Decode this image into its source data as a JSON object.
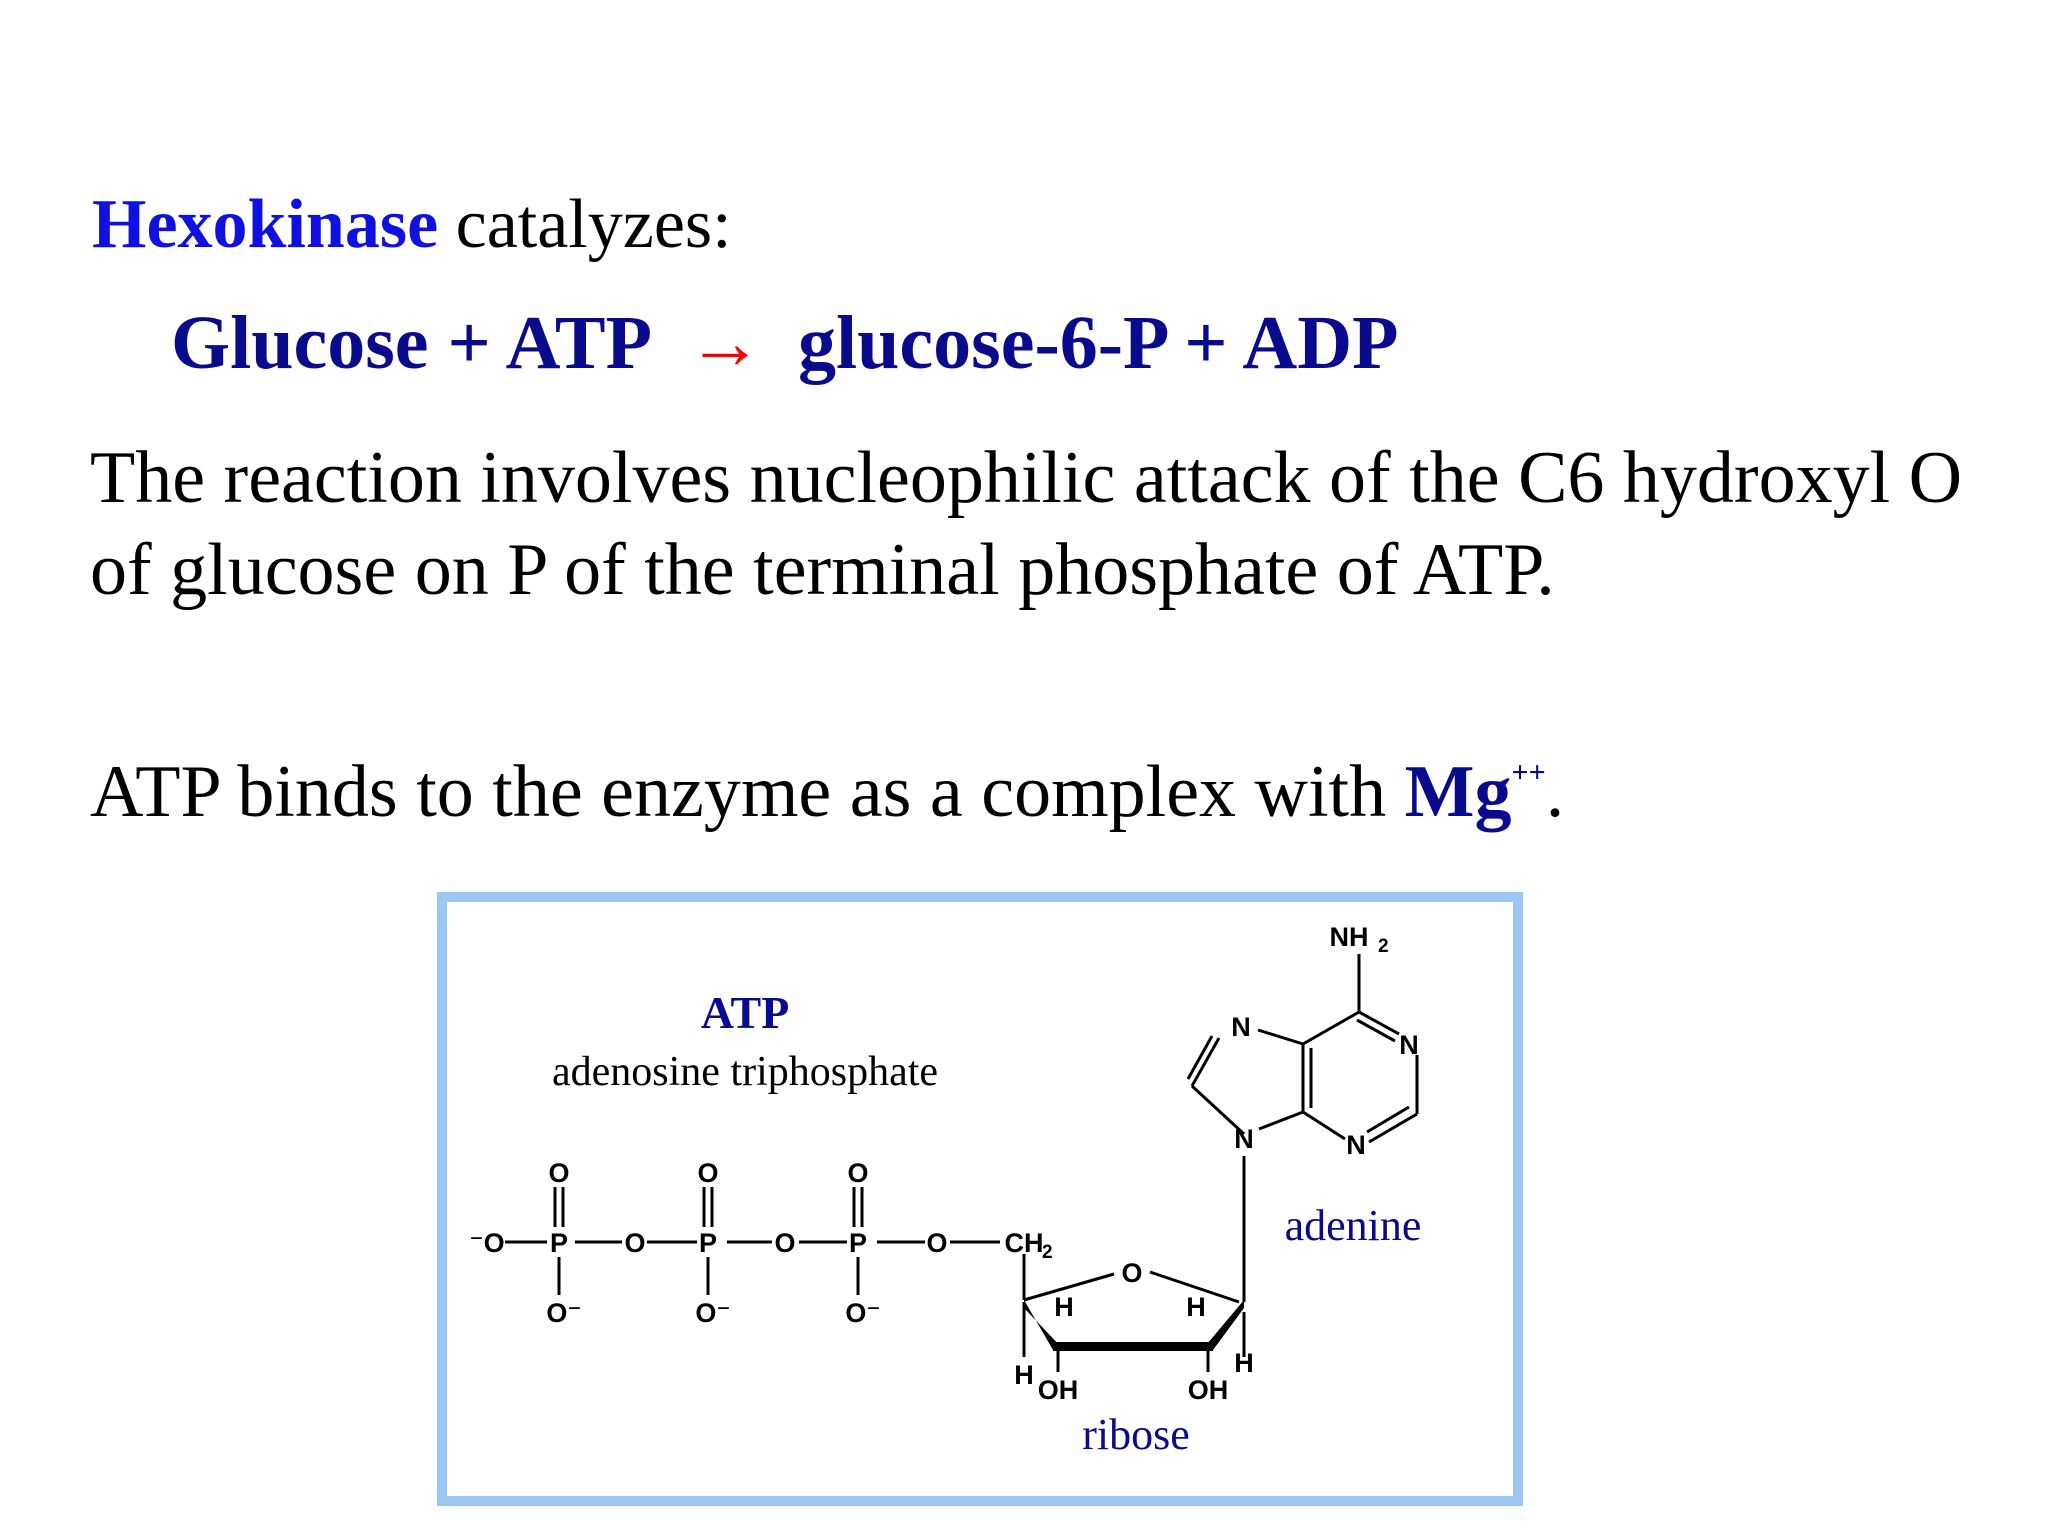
{
  "slide": {
    "line1": {
      "enzyme": "Hexokinase",
      "rest": " catalyzes:"
    },
    "reaction": {
      "reactants": "Glucose + ATP",
      "arrow": "→",
      "products": "glucose-6-P + ADP"
    },
    "paragraph1": "The reaction involves nucleophilic attack of the C6 hydroxyl O of glucose on P of the terminal phosphate of ATP.",
    "paragraph2": {
      "text": "ATP binds to the enzyme as a complex with ",
      "ion": "Mg",
      "charge": "++",
      "end": "."
    }
  },
  "figure": {
    "title": "ATP",
    "subtitle": "adenosine triphosphate",
    "labels": {
      "adenine": "adenine",
      "ribose": "ribose"
    },
    "atoms": {
      "O": "O",
      "P": "P",
      "N": "N",
      "H": "H",
      "OH": "OH",
      "O_minus_left": "⁻O",
      "O_minus": "O⁻",
      "CH2": "CH",
      "sub2": "2",
      "NH2": "NH"
    },
    "colors": {
      "frame": "#9cc7f2",
      "label": "#0a0a8c"
    }
  }
}
